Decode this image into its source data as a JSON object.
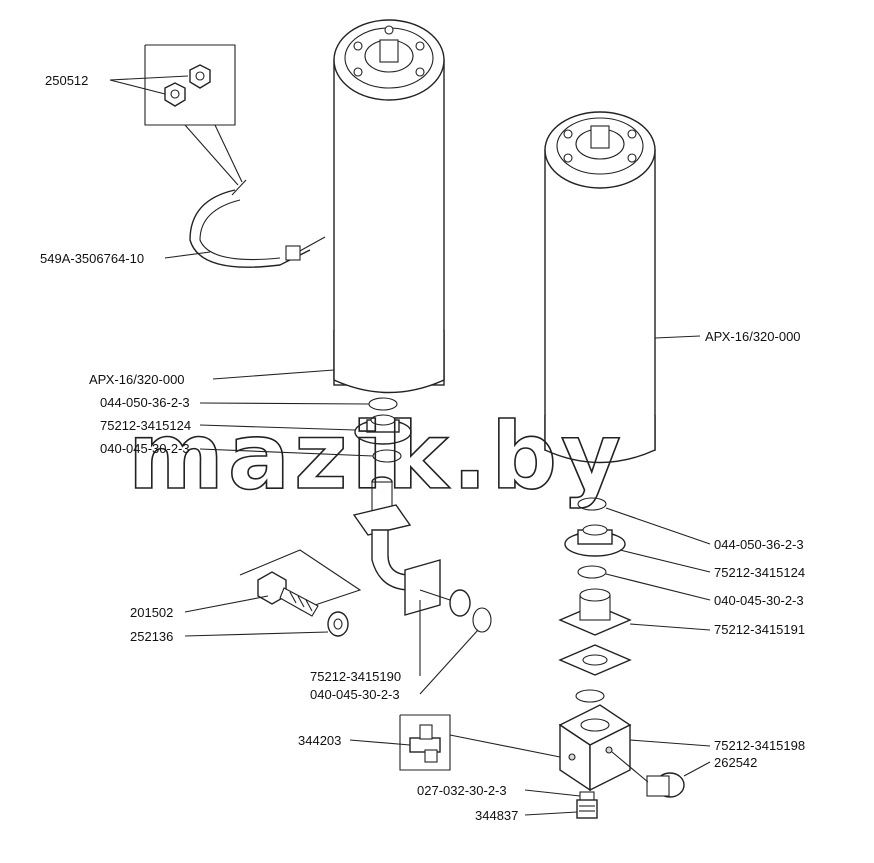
{
  "watermark": "mazik.by",
  "labels": {
    "l_250512": "250512",
    "l_549A": "549A-3506764-10",
    "l_apx_left": "АРХ-16/320-000",
    "l_044_left": "044-050-36-2-3",
    "l_75212_124_left": "75212-3415124",
    "l_040_left": "040-045-30-2-3",
    "l_201502": "201502",
    "l_252136": "252136",
    "l_75212_190": "75212-3415190",
    "l_040_bottom": "040-045-30-2-3",
    "l_344203": "344203",
    "l_027": "027-032-30-2-3",
    "l_344837": "344837",
    "l_apx_right": "АРХ-16/320-000",
    "l_044_right": "044-050-36-2-3",
    "l_75212_124_right": "75212-3415124",
    "l_040_right": "040-045-30-2-3",
    "l_75212_191": "75212-3415191",
    "l_75212_198": "75212-3415198",
    "l_262542": "262542"
  }
}
